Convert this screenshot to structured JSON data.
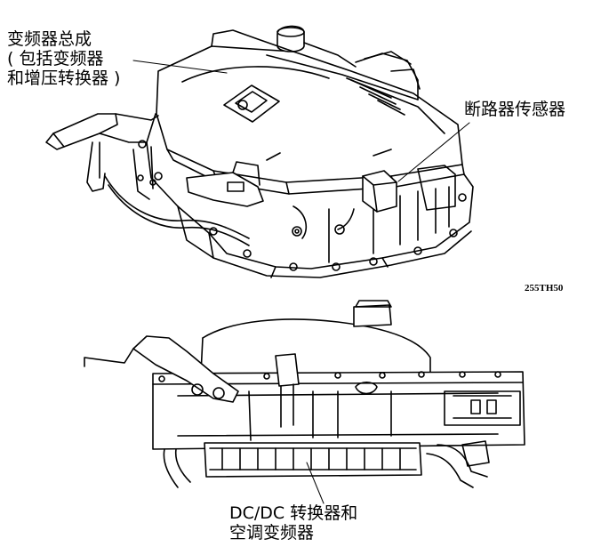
{
  "labels": {
    "inverter_assembly": [
      "变频器总成",
      "( 包括变频器",
      "和增压转换器 )"
    ],
    "breaker_sensor": "断路器传感器",
    "dcdc_converter": [
      "DC/DC 转换器和",
      "空调变频器"
    ]
  },
  "figure_code": "255TH50",
  "colors": {
    "line": "#000000",
    "background": "#ffffff"
  }
}
